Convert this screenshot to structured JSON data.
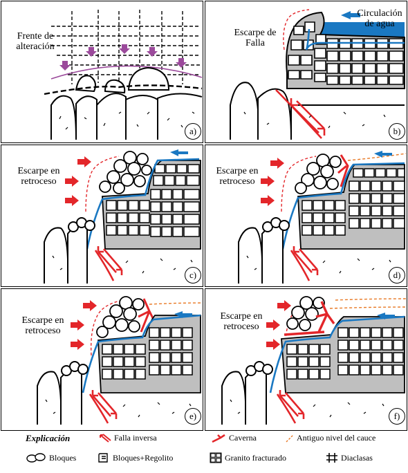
{
  "panels": [
    {
      "id": "a",
      "letter": "a)",
      "texts": {
        "frente": "Frente de alteración"
      }
    },
    {
      "id": "b",
      "letter": "b)",
      "texts": {
        "escarpe": "Escarpe de Falla",
        "circulacion": "Circulación de agua"
      }
    },
    {
      "id": "c",
      "letter": "c)",
      "texts": {
        "escarpe": "Escarpe en retroceso"
      }
    },
    {
      "id": "d",
      "letter": "d)",
      "texts": {
        "escarpe": "Escarpe en retroceso"
      }
    },
    {
      "id": "e",
      "letter": "e)",
      "texts": {
        "escarpe": "Escarpe en retroceso"
      }
    },
    {
      "id": "f",
      "letter": "f)",
      "texts": {
        "escarpe": "Escarpe en retroceso"
      }
    }
  ],
  "legend": {
    "title": "Explicación",
    "falla": "Falla inversa",
    "caverna": "Caverna",
    "antiguo": "Antiguo nivel del cauce",
    "bloques": "Bloques",
    "regolito": "Bloques+Regolito",
    "granito": "Granito fracturado",
    "diaclasas": "Diaclasas"
  },
  "colors": {
    "blue": "#1a78c2",
    "red": "#e3262a",
    "purple": "#9b4a9b",
    "orange": "#e87722",
    "gray": "#808080",
    "black": "#000000"
  }
}
